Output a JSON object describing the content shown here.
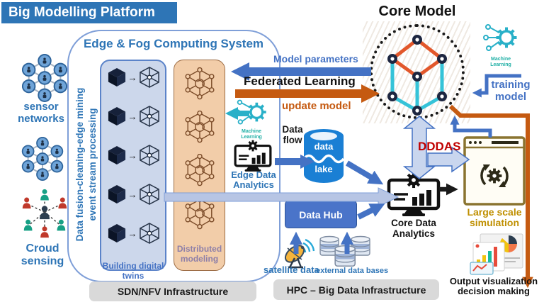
{
  "header": {
    "title": "Big Modelling Platform"
  },
  "core_model": {
    "title": "Core Model"
  },
  "machine_learning_caption": "Machine Learning",
  "edge_system": {
    "title": "Edge & Fog Computing System",
    "vertical_label_outer": "Data fusion-cleaning-edge mining",
    "vertical_label_inner": "event stream processing",
    "building_digital_twins": "Building digital twins",
    "distributed_modeling": "Distributed modeling"
  },
  "left_panel": {
    "sensor_networks": "sensor networks",
    "crowd_sensing": "Croud sensing"
  },
  "federated": {
    "model_parameters": "Model parameters",
    "title": "Federated Learning",
    "update_model": "update model"
  },
  "flow": {
    "edge_data_analytics": "Edge Data Analytics",
    "data_flow": "Data flow",
    "data_lake_top": "data",
    "data_lake_bottom": "lake",
    "data_hub": "Data Hub",
    "satellite_data": "satellite data",
    "external_data_bases": "external data bases",
    "core_data_analytics": "Core Data Analytics",
    "dddas": "DDDAS",
    "training_model": "training model"
  },
  "right_panel": {
    "large_scale_simulation": "Large scale simulation",
    "output_visualization": "Output visualization decision making"
  },
  "infrastructure": {
    "sdn_nfv": "SDN/NFV Infrastructure",
    "hpc_big_data": "HPC – Big Data Infrastructure"
  },
  "icons": {
    "transform_arrow": "→"
  },
  "colors": {
    "banner_blue": "#2E75B6",
    "arrow_blue": "#4472C4",
    "arrow_orange": "#C55A11",
    "teal": "#29B0C8",
    "dddas_red": "#C00000",
    "simulation_gold": "#BF8F00",
    "tan_box": "#F2CDA9",
    "light_blue_box": "#CCD7EB",
    "infra_gray": "#D9D9D9",
    "data_blue": "#1A7FD4"
  }
}
